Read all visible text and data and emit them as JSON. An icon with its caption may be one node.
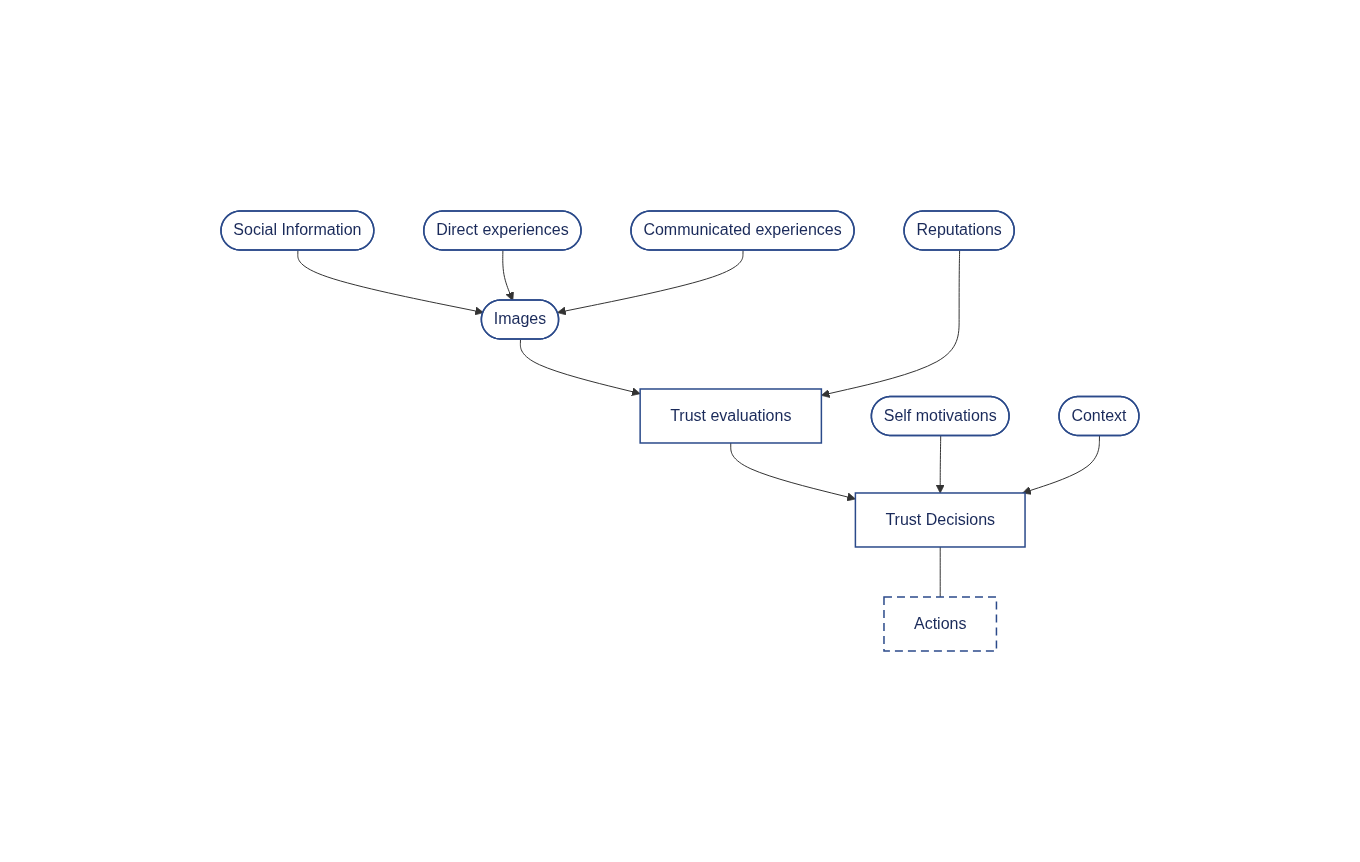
{
  "diagram": {
    "nodes": [
      {
        "text": [
          "Social Information"
        ]
      },
      {
        "text": [
          "Direct experiences"
        ]
      },
      {
        "text": [
          "Communicated experiences"
        ]
      },
      {
        "text": [
          "Reputations"
        ]
      },
      {
        "text": [
          "Images"
        ]
      },
      {
        "text": [
          "Trust evaluations"
        ]
      },
      {
        "text": [
          "Self motivations"
        ]
      },
      {
        "text": [
          "Context"
        ]
      },
      {
        "text": [
          "Trust Decisions"
        ]
      },
      {
        "text": [
          "Actions"
        ]
      }
    ],
    "edges": [
      {
        "from": 0,
        "to": 4,
        "arrow": "to"
      },
      {
        "from": 1,
        "to": 4,
        "arrow": "to"
      },
      {
        "from": 2,
        "to": 4,
        "arrow": "to"
      },
      {
        "from": 4,
        "to": 5,
        "arrow": "to"
      },
      {
        "from": 3,
        "to": 5,
        "arrow": "to"
      },
      {
        "from": 5,
        "to": 8,
        "arrow": "to"
      },
      {
        "from": 6,
        "to": 8,
        "arrow": "to"
      },
      {
        "from": 7,
        "to": 8,
        "arrow": "to"
      },
      {
        "from": 8,
        "to": 9,
        "arrow": "none"
      }
    ]
  }
}
